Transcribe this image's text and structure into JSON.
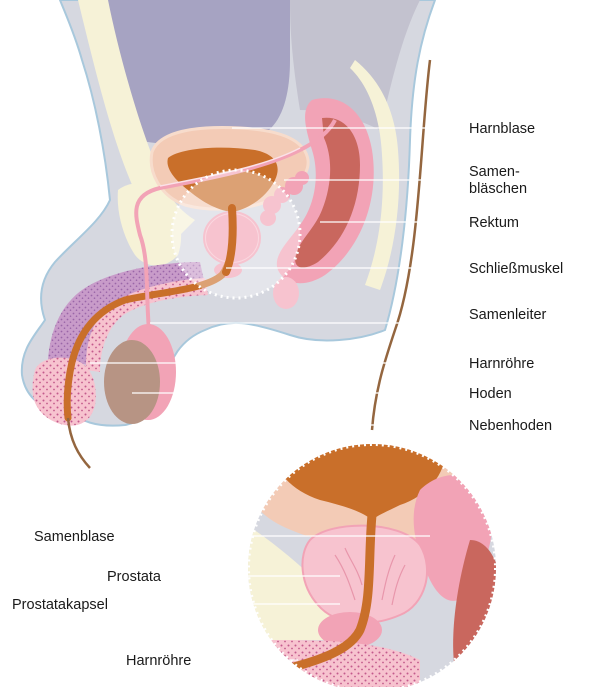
{
  "colors": {
    "background": "#ffffff",
    "body_gray": "#d6d8e0",
    "body_outline": "#a8c8dc",
    "purple_cavity": "#a6a3c2",
    "cream": "#f6f2d7",
    "bladder_peach": "#f3cbb6",
    "urine_brown": "#c96f2a",
    "pink": "#f2a3b6",
    "pink_light": "#f7c3cf",
    "rectum_red": "#c9675e",
    "testis_brown": "#b79484",
    "speckle_purple": "#c89bc9",
    "nerve_brown": "#94663f",
    "leader_line": "#ffffff"
  },
  "main_labels": [
    {
      "id": "bladder",
      "text": "Harnblase"
    },
    {
      "id": "seminal-vesicle",
      "text": "Samen-\nbläschen"
    },
    {
      "id": "rectum",
      "text": "Rektum"
    },
    {
      "id": "sphincter",
      "text": "Schließmuskel"
    },
    {
      "id": "vas-deferens",
      "text": "Samenleiter"
    },
    {
      "id": "urethra",
      "text": "Harnröhre"
    },
    {
      "id": "testis",
      "text": "Hoden"
    },
    {
      "id": "epididymis",
      "text": "Nebenhoden"
    }
  ],
  "detail_labels": [
    {
      "id": "detail-seminal-vesicle",
      "text": "Samenblase"
    },
    {
      "id": "detail-prostate",
      "text": "Prostata"
    },
    {
      "id": "detail-prostate-capsule",
      "text": "Prostatakapsel"
    },
    {
      "id": "detail-urethra",
      "text": "Harnröhre"
    }
  ]
}
